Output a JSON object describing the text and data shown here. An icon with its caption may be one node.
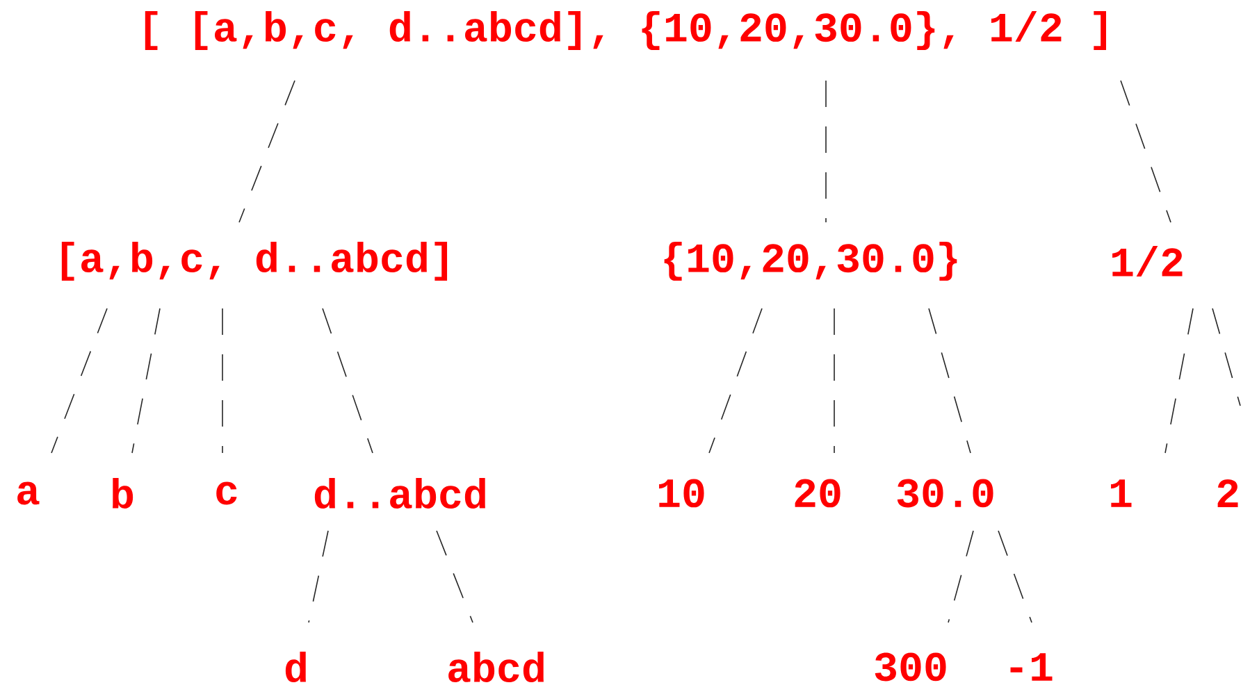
{
  "diagram": {
    "nodes": [
      {
        "text": [
          "[ [a,b,c, d..abcd], {10,20,30.0}, 1/2 ]"
        ]
      },
      {
        "text": [
          "[a,b,c, d..abcd]"
        ]
      },
      {
        "text": [
          "{10,20,30.0}"
        ]
      },
      {
        "text": [
          "1/2"
        ]
      },
      {
        "text": [
          "a"
        ]
      },
      {
        "text": [
          "b"
        ]
      },
      {
        "text": [
          "c"
        ]
      },
      {
        "text": [
          "d..abcd"
        ]
      },
      {
        "text": [
          "10"
        ]
      },
      {
        "text": [
          "20"
        ]
      },
      {
        "text": [
          "30.0"
        ]
      },
      {
        "text": [
          "1"
        ]
      },
      {
        "text": [
          "2"
        ]
      },
      {
        "text": [
          "d"
        ]
      },
      {
        "text": [
          "abcd"
        ]
      },
      {
        "text": [
          "300"
        ]
      },
      {
        "text": [
          "-1"
        ]
      }
    ],
    "edges": [
      {
        "from": 0,
        "to": 1,
        "arrow": "none"
      },
      {
        "from": 0,
        "to": 2,
        "arrow": "none"
      },
      {
        "from": 0,
        "to": 3,
        "arrow": "none"
      },
      {
        "from": 1,
        "to": 4,
        "arrow": "none"
      },
      {
        "from": 1,
        "to": 5,
        "arrow": "none"
      },
      {
        "from": 1,
        "to": 6,
        "arrow": "none"
      },
      {
        "from": 1,
        "to": 7,
        "arrow": "none"
      },
      {
        "from": 2,
        "to": 8,
        "arrow": "none"
      },
      {
        "from": 2,
        "to": 9,
        "arrow": "none"
      },
      {
        "from": 2,
        "to": 10,
        "arrow": "none"
      },
      {
        "from": 3,
        "to": 11,
        "arrow": "none"
      },
      {
        "from": 3,
        "to": 12,
        "arrow": "none"
      },
      {
        "from": 7,
        "to": 13,
        "arrow": "none"
      },
      {
        "from": 7,
        "to": 14,
        "arrow": "none"
      },
      {
        "from": 10,
        "to": 15,
        "arrow": "none"
      },
      {
        "from": 10,
        "to": 16,
        "arrow": "none"
      }
    ]
  }
}
